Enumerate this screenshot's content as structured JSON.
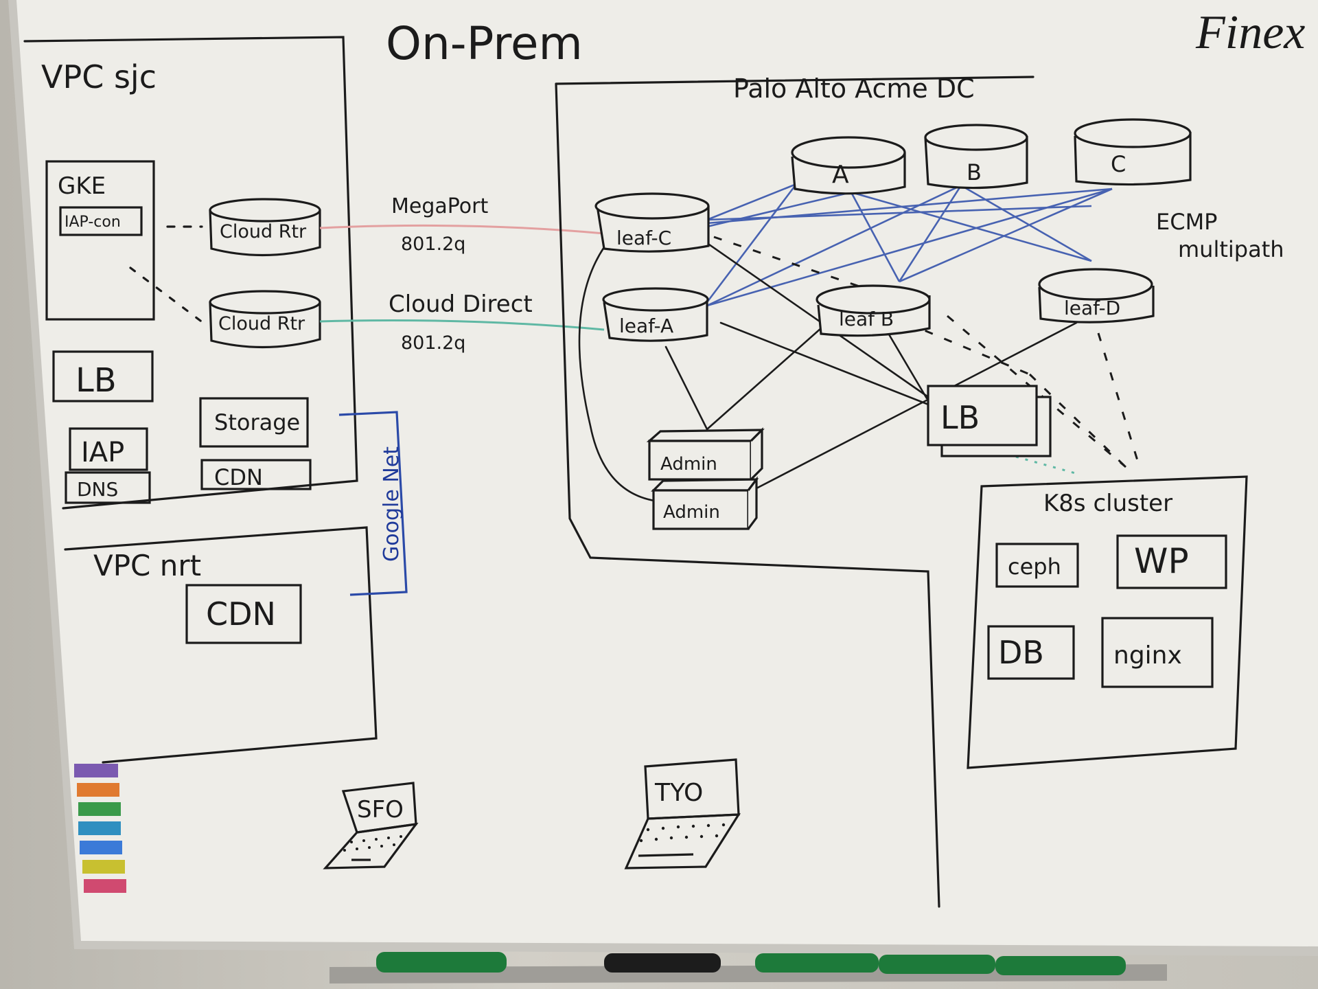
{
  "header": {
    "title": "On-Prem",
    "brand": "Finex"
  },
  "cloud": {
    "vpc_sjc": {
      "label": "VPC sjc",
      "gke": {
        "label": "GKE",
        "sub": "IAP-con"
      },
      "routers": [
        "Cloud Rtr",
        "Cloud Rtr"
      ],
      "lb": "LB",
      "iap": "IAP",
      "dns": "DNS",
      "storage": "Storage",
      "cdn": "CDN"
    },
    "vpc_nrt": {
      "label": "VPC nrt",
      "cdn": "CDN"
    },
    "google_net": "Google Net"
  },
  "links": {
    "megaport": {
      "label": "MegaPort",
      "proto": "801.2q",
      "color": "#e3a0a0"
    },
    "cloud_direct": {
      "label": "Cloud Direct",
      "proto": "801.2q",
      "color": "#5fb8a4"
    }
  },
  "datacenter": {
    "label": "Palo Alto Acme DC",
    "spines": [
      "A",
      "B",
      "C"
    ],
    "leaves": {
      "c": "leaf-C",
      "a": "leaf-A",
      "b": "leaf B",
      "d": "leaf-D"
    },
    "ecmp_note": [
      "ECMP",
      "multipath"
    ],
    "lb": "LB",
    "admins": [
      "Admin",
      "Admin"
    ]
  },
  "k8s": {
    "label": "K8s cluster",
    "apps": [
      "ceph",
      "WP",
      "DB",
      "nginx"
    ]
  },
  "sites": [
    "SFO",
    "TYO"
  ],
  "colors": {
    "ink": "#1b1b1b",
    "blue_ink": "#2b4aa8",
    "marker_green": "#1d7a3a"
  }
}
